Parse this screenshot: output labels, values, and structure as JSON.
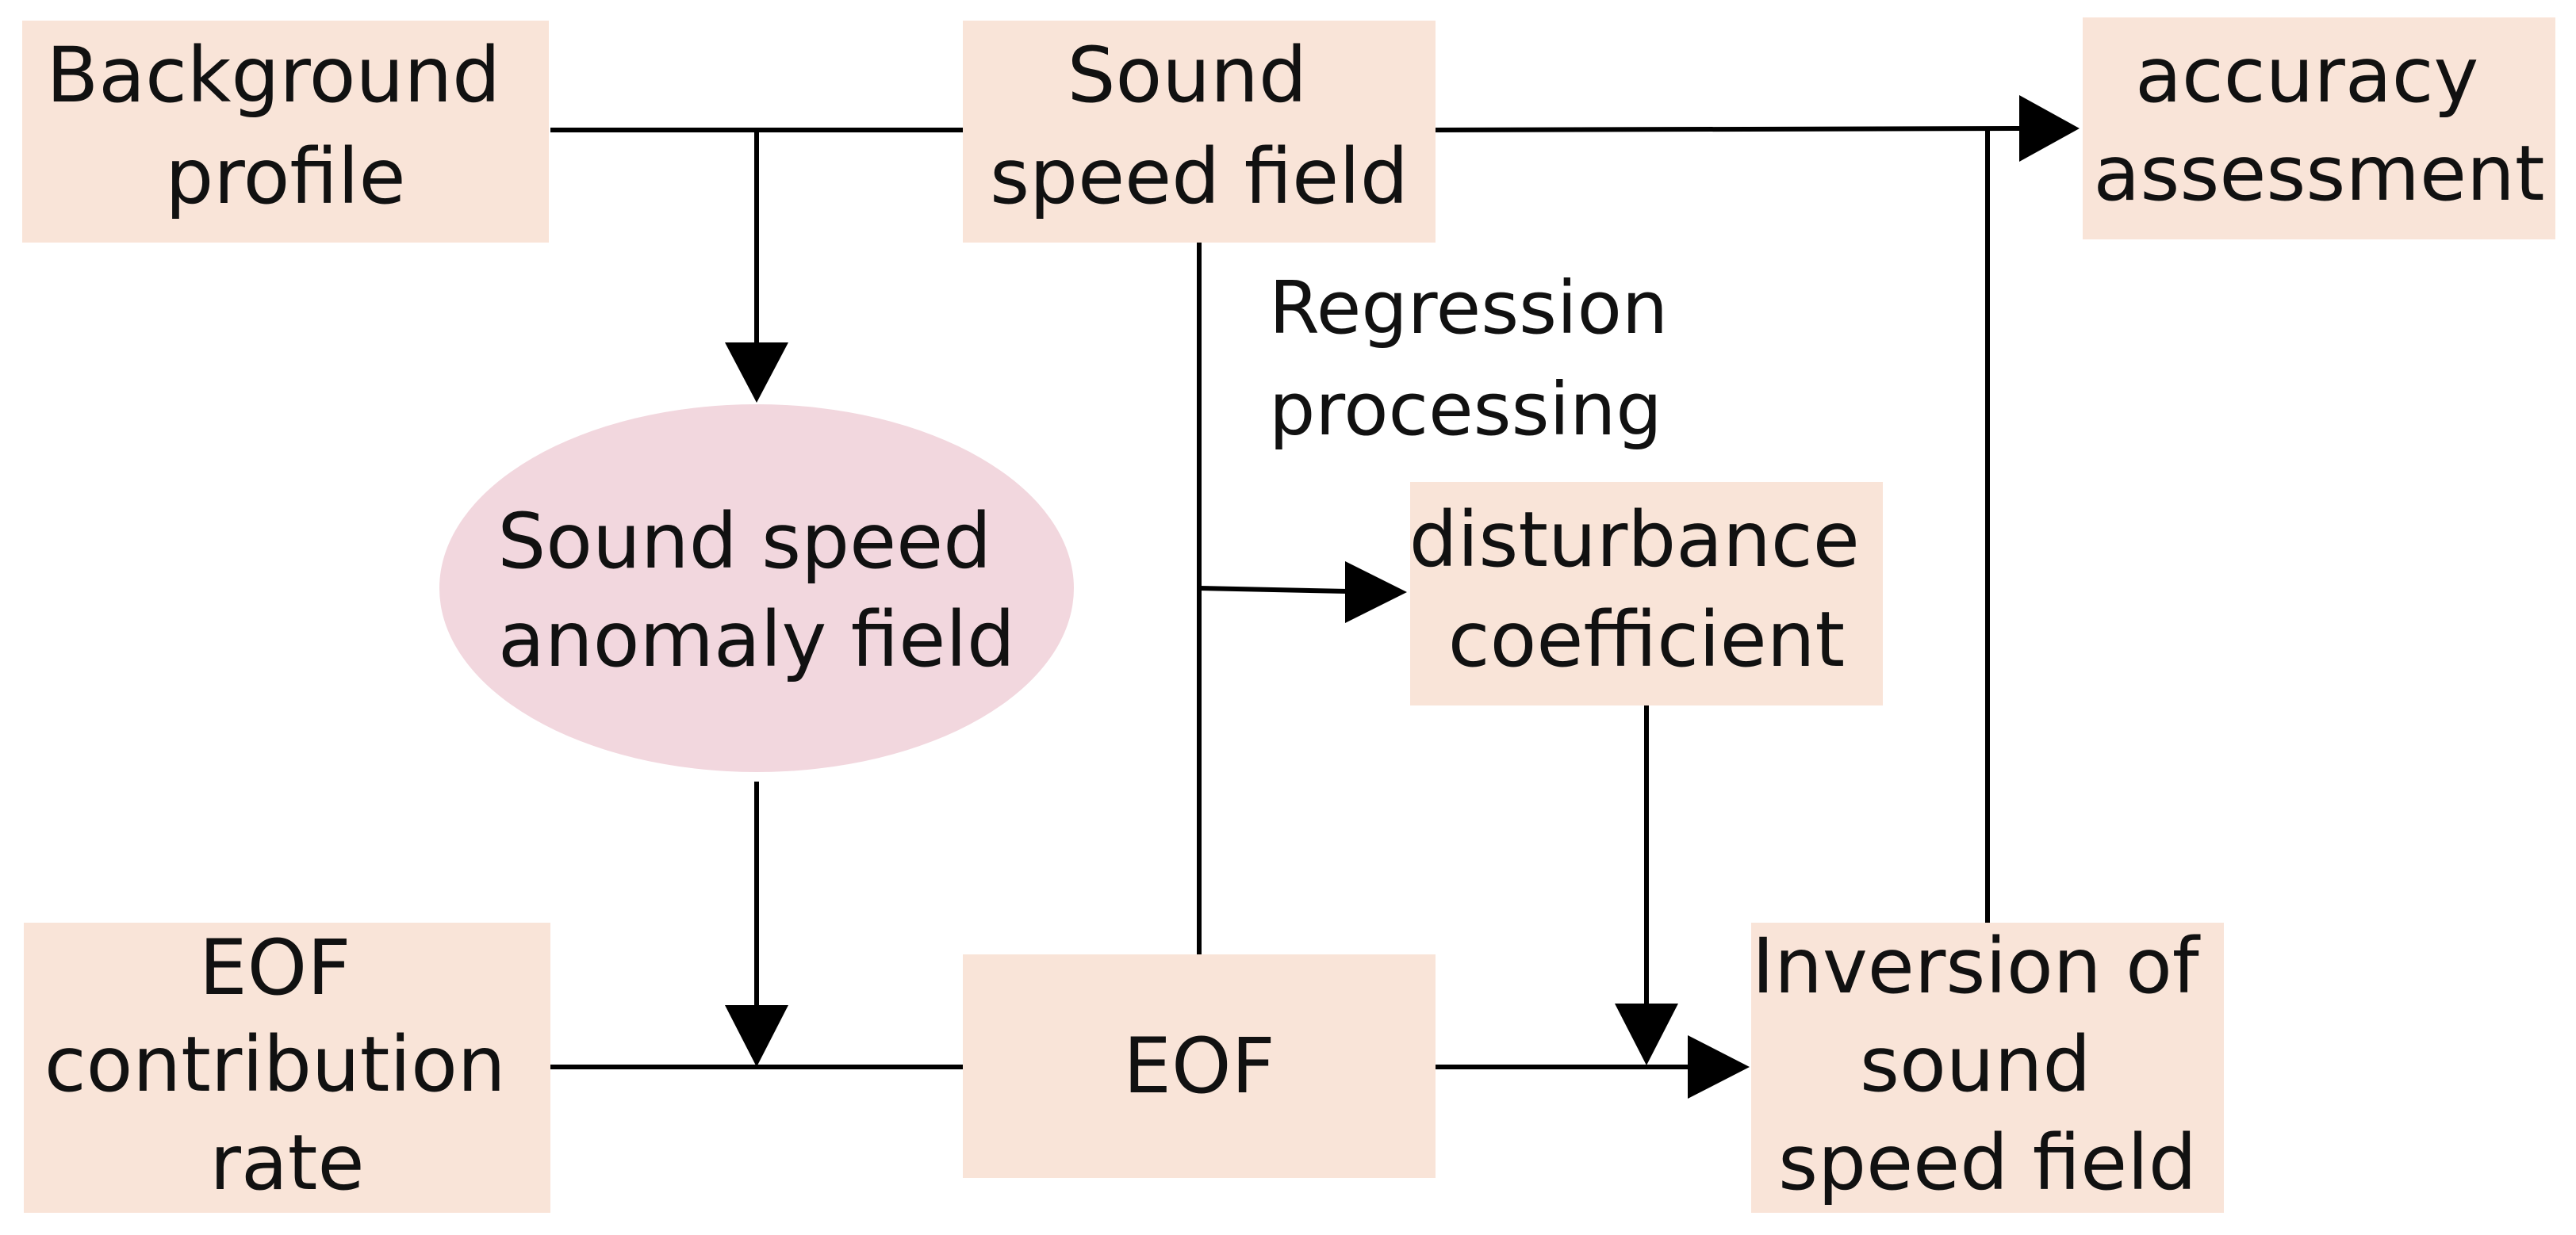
{
  "colors": {
    "box_fill": "#f9e4d8",
    "ellipse_fill": "#f2d7de",
    "line": "#000000",
    "text": "#111111"
  },
  "nodes": {
    "background_profile": {
      "lines": [
        "Background",
        "profile"
      ]
    },
    "sound_speed_field": {
      "lines": [
        "Sound",
        "speed field"
      ]
    },
    "accuracy_assessment": {
      "lines": [
        "accuracy",
        "assessment"
      ]
    },
    "sound_speed_anomaly_field": {
      "lines": [
        "Sound speed",
        "anomaly field"
      ]
    },
    "disturbance_coefficient": {
      "lines": [
        "disturbance",
        "coefficient"
      ]
    },
    "eof_contribution_rate": {
      "lines": [
        "EOF",
        "contribution",
        "rate"
      ]
    },
    "eof": {
      "lines": [
        "EOF"
      ]
    },
    "inversion_of_sound_speed_field": {
      "lines": [
        "Inversion of",
        "sound",
        "speed field"
      ]
    }
  },
  "edge_labels": {
    "regression_processing": {
      "lines": [
        "Regression",
        "processing"
      ]
    }
  }
}
